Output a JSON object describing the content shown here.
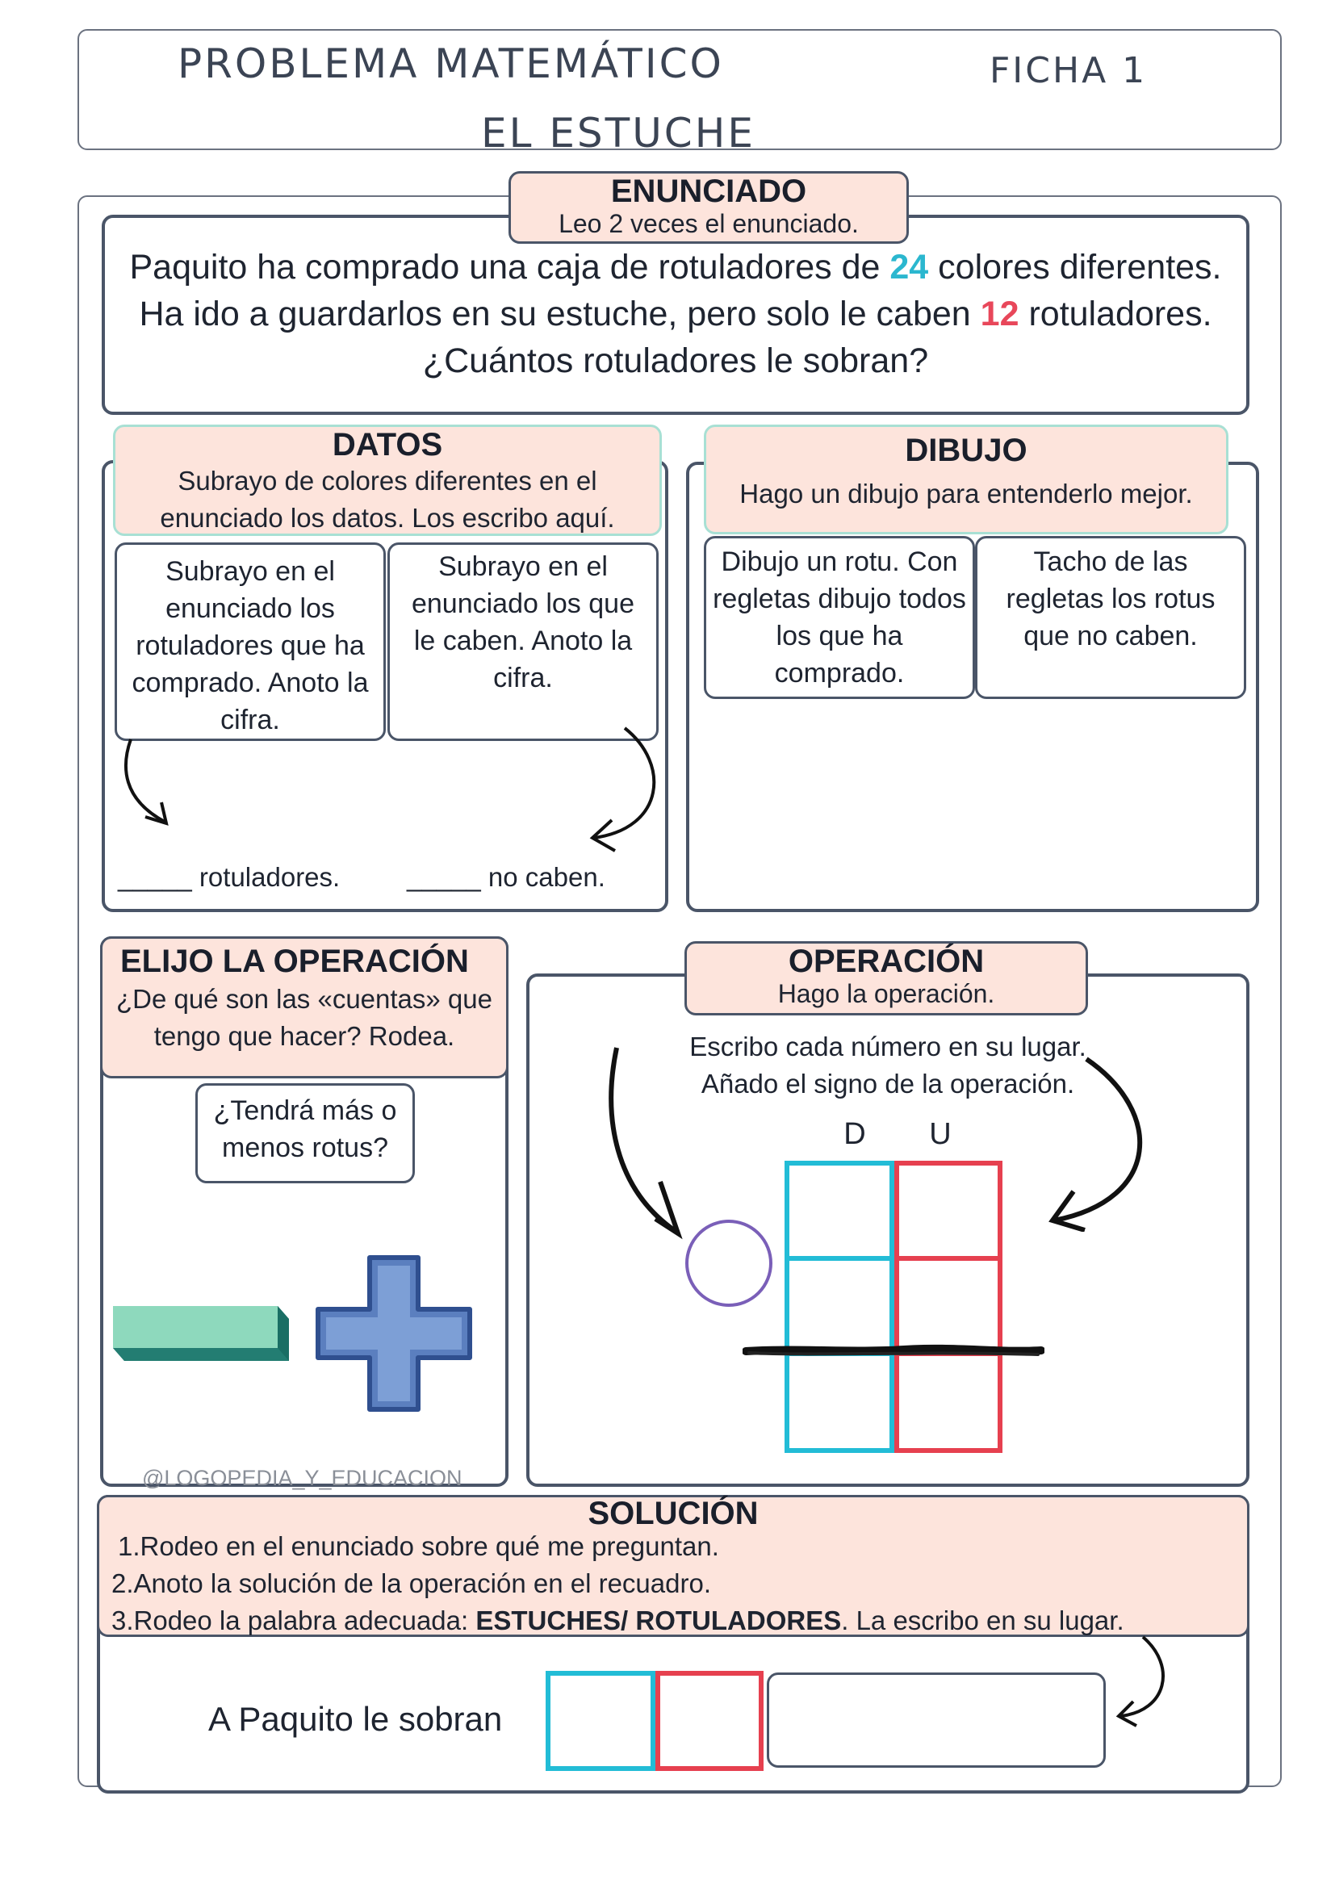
{
  "header": {
    "title_line1": "PROBLEMA MATEMÁTICO",
    "title_line2": "EL ESTUCHE",
    "sheet": "FICHA 1"
  },
  "enunciado": {
    "heading": "ENUNCIADO",
    "subheading": "Leo 2 veces el enunciado.",
    "text_part1": "Paquito ha comprado una caja de rotuladores de ",
    "num1": "24",
    "text_part2": " colores diferentes. Ha ido a guardarlos en su estuche, pero solo le caben ",
    "num2": "12",
    "text_part3": " rotuladores. ¿Cuántos rotuladores le sobran?"
  },
  "datos": {
    "heading": "DATOS",
    "subheading": "Subrayo de colores diferentes en el enunciado los datos. Los escribo aquí.",
    "box1": "Subrayo en el enunciado los rotuladores que ha comprado. Anoto la cifra.",
    "box2": "Subrayo en el enunciado los que le caben. Anoto la cifra.",
    "blank1": "_____ rotuladores.",
    "blank2": "_____ no caben."
  },
  "dibujo": {
    "heading": "DIBUJO",
    "subheading": "Hago un dibujo para entenderlo mejor.",
    "box1": "Dibujo un rotu. Con regletas dibujo todos los que ha comprado.",
    "box2": "Tacho de las regletas los rotus que no caben."
  },
  "elijo": {
    "heading": "ELIJO LA OPERACIÓN",
    "subheading": "¿De qué son las «cuentas» que tengo que hacer? Rodea.",
    "hint": "¿Tendrá más o menos rotus?",
    "minus_icon": "minus-block-icon",
    "plus_icon": "plus-sign-icon",
    "watermark": "@LOGOPEDIA_Y_EDUCACION"
  },
  "operacion": {
    "heading": "OPERACIÓN",
    "subheading": "Hago la operación.",
    "instruction1": "Escribo cada número en su lugar.",
    "instruction2": "Añado el signo de la operación.",
    "col_tens": "D",
    "col_units": "U"
  },
  "solucion": {
    "heading": "SOLUCIÓN",
    "step1": "1.Rodeo en el enunciado sobre qué me preguntan.",
    "step2": "2.Anoto la solución de la operación en el recuadro.",
    "step3_prefix": "3.Rodeo la palabra adecuada: ",
    "step3_bold": "ESTUCHES/ ROTULADORES",
    "step3_suffix": ". La escribo en su lugar.",
    "answer_prefix": "A Paquito le sobran"
  },
  "colors": {
    "cyan": "#22bcd6",
    "red": "#e6404f",
    "pink_header": "#fde4dc",
    "border": "#4a5568"
  }
}
